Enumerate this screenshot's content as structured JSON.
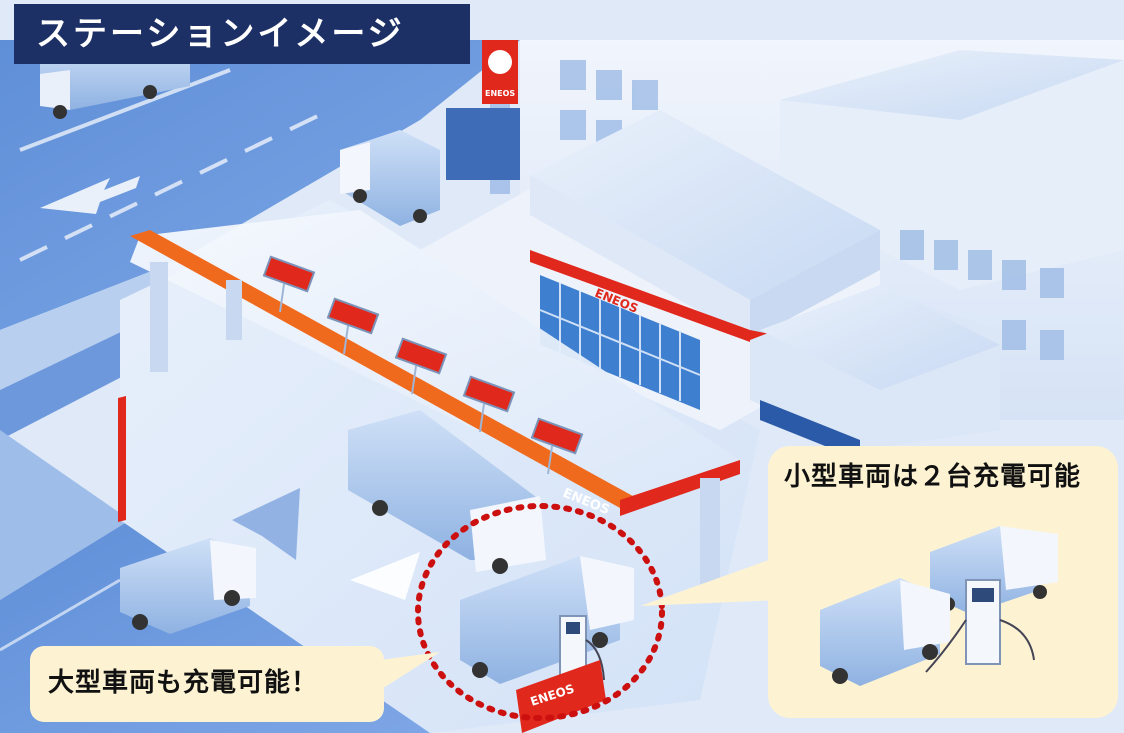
{
  "title": "ステーションイメージ",
  "brand": {
    "name": "ENEOS",
    "canopy_text": "ENEOS",
    "shop_text": "ENEOS",
    "sign_text": "ENEOS"
  },
  "callouts": {
    "small_vehicle": "小型車両は２台充電可能",
    "large_vehicle": "大型車両も充電可能！"
  },
  "colors": {
    "title_background": "#1d3066",
    "brand_red": "#e0281c",
    "brand_orange": "#f06a1e",
    "callout_background": "#fdf3d3",
    "highlight_dotted_red": "#cc1010",
    "scene_blue": "#9fc0ee"
  },
  "icons": [
    "ev-charger-icon",
    "truck-icon",
    "arrow-icon"
  ]
}
